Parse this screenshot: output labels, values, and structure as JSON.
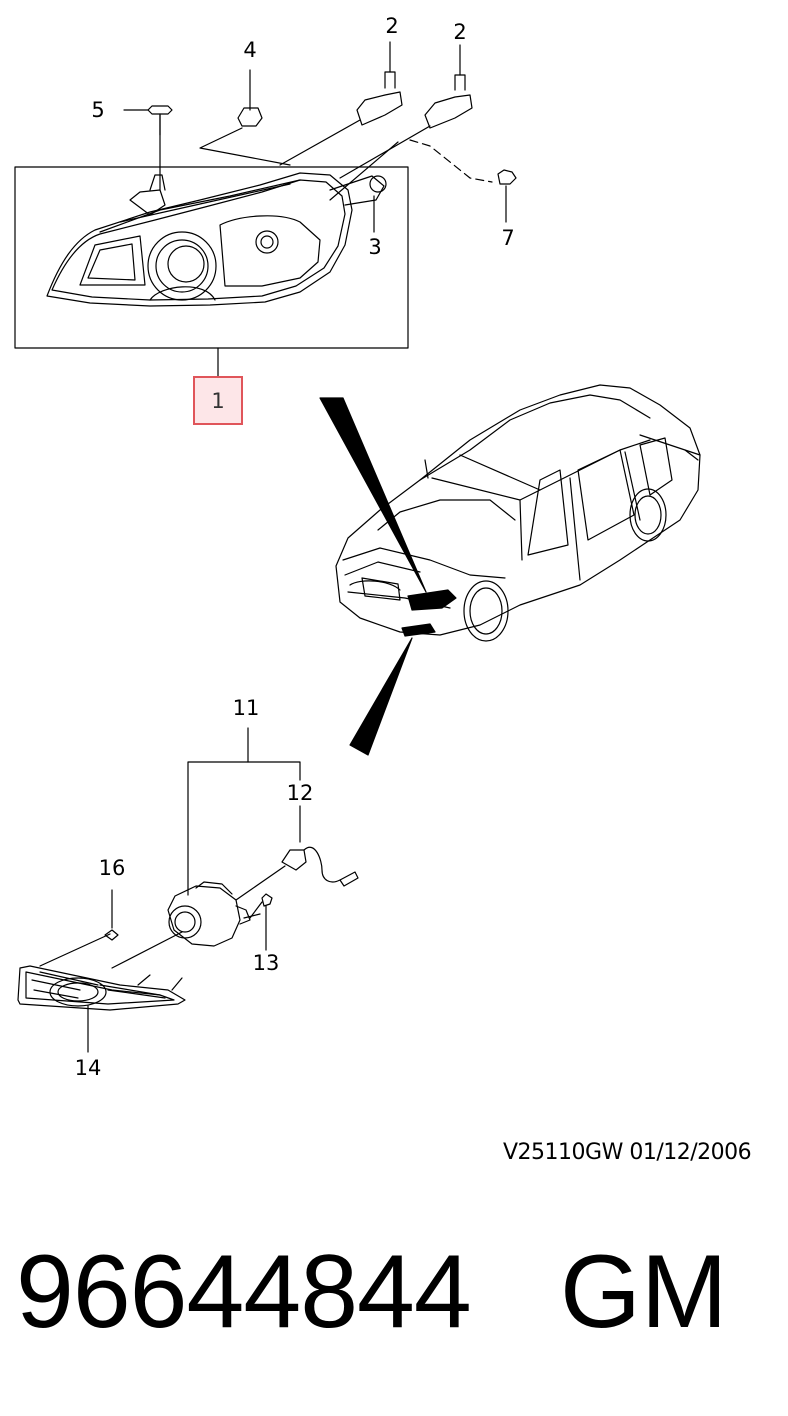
{
  "callouts": {
    "c1": "1",
    "c2a": "2",
    "c2b": "2",
    "c3": "3",
    "c4": "4",
    "c5": "5",
    "c7": "7",
    "c11": "11",
    "c12": "12",
    "c13": "13",
    "c14": "14",
    "c16": "16"
  },
  "drawing_code": "V25110GW  01/12/2006",
  "footer": {
    "part_number": "96644844",
    "brand": "GM"
  },
  "colors": {
    "line": "#000000",
    "highlight_border": "#e0555a",
    "highlight_fill": "#fde6e8"
  }
}
